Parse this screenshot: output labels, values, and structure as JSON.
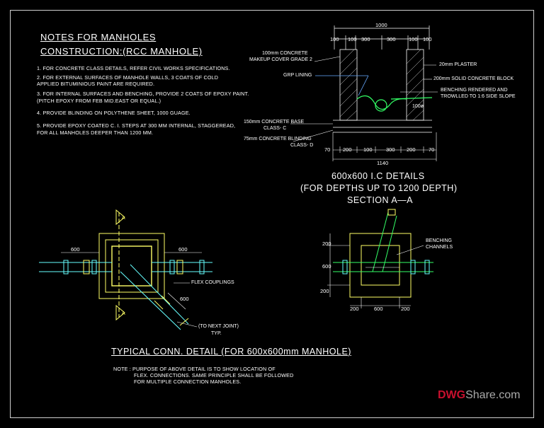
{
  "notes": {
    "title_line1": "NOTES FOR MANHOLES",
    "title_line2": "CONSTRUCTION:(RCC MANHOLE)",
    "items": [
      "1. FOR CONCRETE CLASS DETAILS, REFER CIVIL WORKS SPECIFICATIONS.",
      "2. FOR EXTERNAL SURFACES OF MANHOLE WALLS, 3 COATS OF COLD",
      "   APPLIED BITUMINIOUS PAINT ARE REQUIRED.",
      "3. FOR INTERNAL SURFACES AND BENCHING, PROVIDE 2 COATS OF EPOXY PAINT.",
      "   (PITCH EPOXY FROM FEB MID.EAST OR EQUAL.)",
      "4. PROVIDE BLINDING ON POLYTHENE SHEET, 1000 GUAGE.",
      "5. PROVIDE EPOXY COATED C. I. STEPS AT 300 MM INTERNAL, STAGGEREAD,",
      "   FOR ALL MANHOLES DEEPER THAN 1200 MM."
    ]
  },
  "section": {
    "dims_top": [
      "1000",
      "100",
      "100",
      "300",
      "300",
      "100",
      "100"
    ],
    "labels": {
      "makeup": "100mm CONCRETE",
      "makeup2": "MAKEUP COVER GRADE 2",
      "grp": "GRP LINING",
      "base": "150mm CONCRETE BASE",
      "base2": "CLASS- C",
      "blinding": "75mm CONCRETE BLINDING",
      "blinding2": "CLASS- D",
      "plaster": "20mm PLASTER",
      "block": "200mm SOLID CONCRETE BLOCK",
      "bench1": "BENCHING RENDERED AND",
      "bench2": "TROWLLED TO 1:6 SIDE SLOPE",
      "pipe": "100ø"
    },
    "dims_bottom": [
      "70",
      "200",
      "100",
      "300",
      "200",
      "70"
    ],
    "dim_total": "1140",
    "caption1": "600x600 I.C DETAILS",
    "caption2": "(FOR DEPTHS UP TO 1200 DEPTH)",
    "caption3": "SECTION A—A"
  },
  "plan": {
    "dim_left": "600",
    "dim_right": "600",
    "dim_diag": "600",
    "section_mark": "A",
    "flex": "FLEX COUPLINGS",
    "next1": "(TO NEXT JOINT)",
    "next2": "TYP."
  },
  "right_plan": {
    "dims_left": [
      "200",
      "600",
      "200"
    ],
    "dims_bottom": [
      "200",
      "600",
      "200"
    ],
    "bench1": "BENCHING",
    "bench2": "CHANNELS"
  },
  "caption_typical": "TYPICAL CONN. DETAIL (FOR 600x600mm MANHOLE)",
  "note_block": [
    "NOTE : PURPOSE OF ABOVE DETAIL IS TO SHOW LOCATION OF",
    "FLEX. CONNECTIONS. SAME PRINCIPLE SHALL BE FOLLOWED",
    "FOR MULTIPLE CONNECTION MANHOLES."
  ],
  "watermark": {
    "a": "DWG",
    "b": "Share.com"
  },
  "colors": {
    "wall": "#ffff66",
    "pipe": "#66ffff",
    "lining": "#33ff66",
    "line": "#ffffff"
  }
}
